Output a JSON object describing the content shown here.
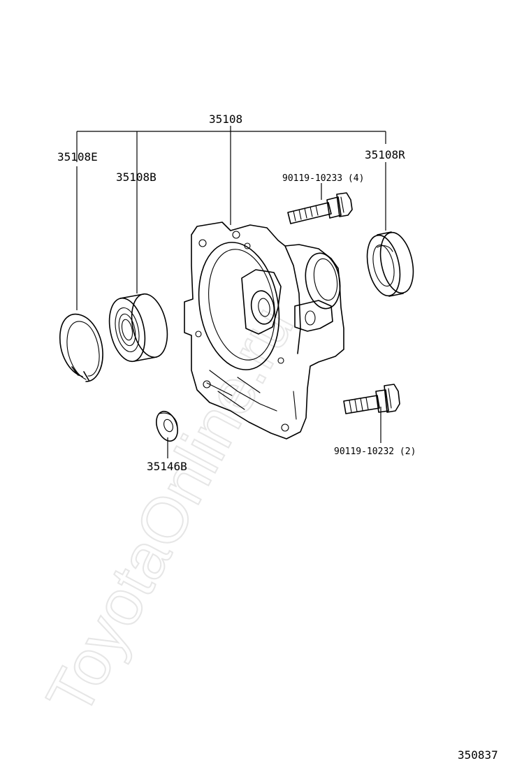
{
  "watermark": "ToyotaOnline.ru",
  "diagram_id": "350837",
  "callouts": {
    "assembly": "35108",
    "snap_ring": "35108E",
    "bearing": "35108B",
    "oil_seal": "35108R",
    "bolt_upper": "90119-10233 (4)",
    "bolt_lower": "90119-10232 (2)",
    "washer": "35146B"
  },
  "colors": {
    "line": "#000000",
    "watermark": "#e6e6e6",
    "background": "#ffffff"
  }
}
